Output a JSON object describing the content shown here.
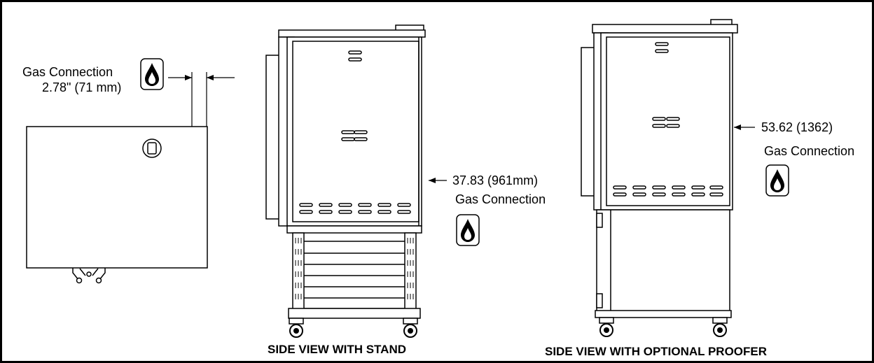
{
  "left_view": {
    "gas_label_line1": "Gas Connection",
    "gas_label_line2": "2.78\" (71 mm)"
  },
  "stand_view": {
    "dim_label": "37.83 (961mm)",
    "gas_label": "Gas Connection",
    "caption": "SIDE VIEW WITH STAND"
  },
  "proofer_view": {
    "dim_label": "53.62 (1362)",
    "gas_label": "Gas Connection",
    "caption": "SIDE VIEW WITH OPTIONAL PROOFER"
  },
  "icons": {
    "gas": "gas-flame-icon"
  },
  "colors": {
    "line": "#000000",
    "background": "#ffffff"
  }
}
